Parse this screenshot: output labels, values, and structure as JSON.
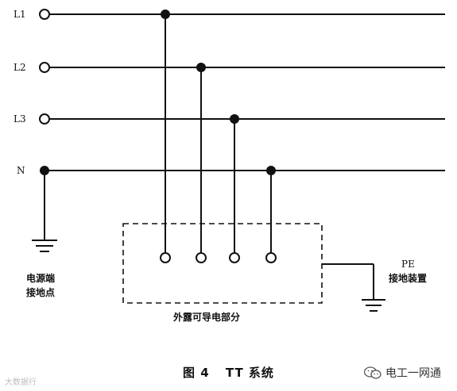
{
  "lines": {
    "l1": "L1",
    "l2": "L2",
    "l3": "L3",
    "n": "N"
  },
  "labels": {
    "source_ground_line1": "电源端",
    "source_ground_line2": "接地点",
    "pe": "PE",
    "grounding_device": "接地装置",
    "enclosure": "外露可导电部分"
  },
  "caption": {
    "figure": "图 4",
    "title": "TT 系统"
  },
  "watermarks": {
    "left": "大数据行",
    "right": "电工一网通"
  },
  "icons": {
    "wechat": "wechat-icon"
  },
  "colors": {
    "line": "#111111",
    "watermark": "#bdbdbd"
  }
}
